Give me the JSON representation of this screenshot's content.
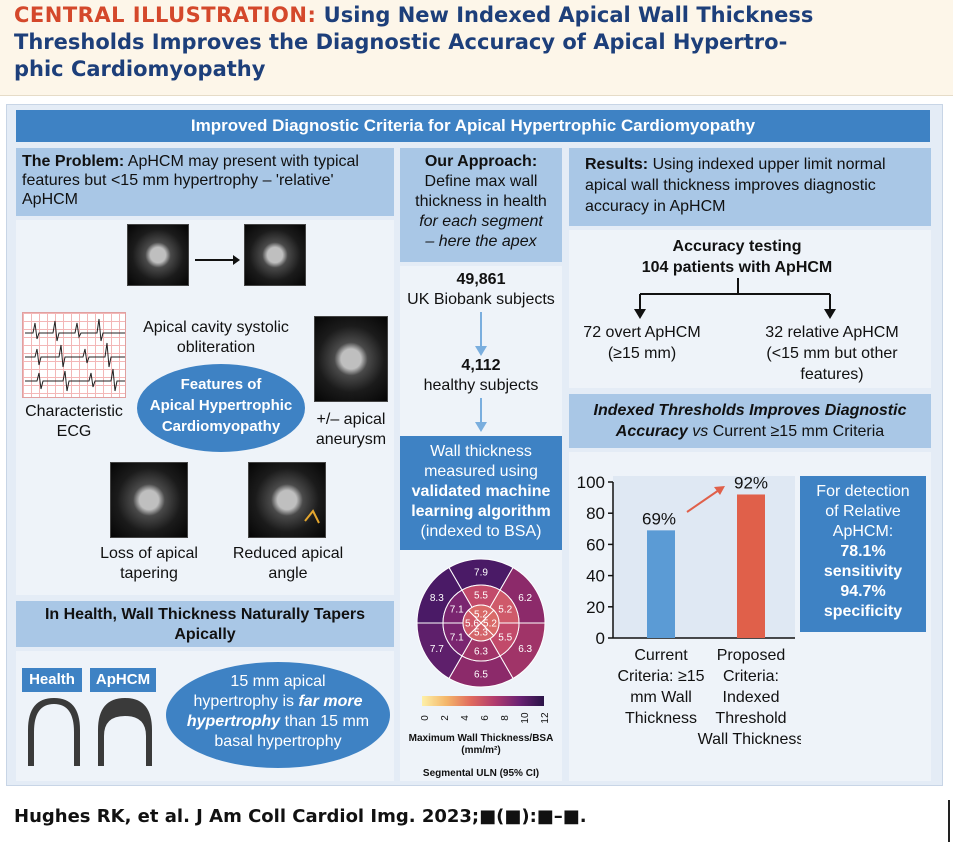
{
  "header": {
    "label": "CENTRAL ILLUSTRATION:",
    "title_line1": "Using New Indexed Apical Wall Thickness",
    "title_line2": "Thresholds Improves the Diagnostic Accuracy of Apical Hypertro-",
    "title_line3": "phic Cardiomyopathy"
  },
  "banner": "Improved Diagnostic Criteria for Apical Hypertrophic Cardiomyopathy",
  "problem": {
    "heading_bold": "The Problem:",
    "heading_rest1": " ApHCM may present with typical",
    "heading_rest2": "features but <15 mm hypertrophy – 'relative'",
    "heading_rest3": "ApHCM",
    "cavity_1": "Apical cavity systolic",
    "cavity_2": "obliteration",
    "features_1": "Features of",
    "features_2": "Apical Hypertrophic",
    "features_3": "Cardiomyopathy",
    "ecg_1": "Characteristic",
    "ecg_2": "ECG",
    "aneurysm_1": "+/– apical",
    "aneurysm_2": "aneurysm",
    "tapering_1": "Loss of apical",
    "tapering_2": "tapering",
    "angle_1": "Reduced apical",
    "angle_2": "angle"
  },
  "health": {
    "heading_1": "In Health, Wall Thickness Naturally Tapers",
    "heading_2": "Apically",
    "label_health": "Health",
    "label_aphcm": "ApHCM",
    "oval_1": "15 mm apical",
    "oval_2a": "hypertrophy is ",
    "oval_2b": "far more",
    "oval_3a": "hypertrophy",
    "oval_3b": " than 15 mm",
    "oval_4": "basal hypertrophy"
  },
  "approach": {
    "heading_bold": "Our Approach:",
    "line1": "Define max wall",
    "line2": "thickness in health",
    "line3": "for each segment",
    "line4": "– here the apex",
    "n1": "49,861",
    "n1_label": "UK Biobank subjects",
    "n2": "4,112",
    "n2_label": "healthy subjects",
    "box_1": "Wall thickness",
    "box_2": "measured using",
    "box_3": "validated machine",
    "box_4": "learning algorithm",
    "box_5": "(indexed to BSA)",
    "bullseye": {
      "outer": [
        "7.9",
        "6.2",
        "6.3",
        "6.5",
        "7.7",
        "8.3"
      ],
      "middle": [
        "5.5",
        "5.2",
        "5.5",
        "6.3",
        "7.1",
        "7.1"
      ],
      "inner": [
        "5.2",
        "5.2",
        "5.3",
        "5.6"
      ],
      "colors_outer": [
        "#4a1a66",
        "#8c2a6a",
        "#a03468",
        "#8c2a6a",
        "#5e1f6b",
        "#4a1a66"
      ],
      "colors_middle": [
        "#c24a6a",
        "#cf5a6a",
        "#c24a6a",
        "#a03468",
        "#7a2570",
        "#7a2570"
      ],
      "colors_inner": [
        "#d96a68",
        "#d96a68",
        "#d4646a",
        "#cf5a6a"
      ]
    },
    "colorbar_ticks": [
      "0",
      "2",
      "4",
      "6",
      "8",
      "10",
      "12"
    ],
    "colorbar_label_1": "Maximum Wall Thickness/BSA",
    "colorbar_label_2": "(mm/m²)",
    "uln_label": "Segmental ULN (95% CI)"
  },
  "results": {
    "heading_bold": "Results:",
    "heading_rest1": " Using indexed upper limit normal",
    "heading_rest2": "apical wall thickness improves diagnostic",
    "heading_rest3": "accuracy in ApHCM",
    "acc_1": "Accuracy testing",
    "acc_2": "104 patients with ApHCM",
    "overt_1": "72 overt ApHCM",
    "overt_2": "(≥15 mm)",
    "relative_1": "32 relative ApHCM",
    "relative_2": "(<15 mm but other",
    "relative_3": "features)",
    "thr_1a": "Indexed Thresholds Improves Diagnostic",
    "thr_2a": "Accuracy",
    "thr_2b": " vs ",
    "thr_2c": "Current ≥15 mm Criteria",
    "detect_1": "For detection",
    "detect_2": "of Relative",
    "detect_3": "ApHCM:",
    "detect_4": "78.1%",
    "detect_5": "sensitivity",
    "detect_6": "94.7%",
    "detect_7": "specificity"
  },
  "chart_data": {
    "type": "bar",
    "categories": [
      "Current Criteria: ≥15 mm Wall Thickness",
      "Proposed Criteria: Indexed Threshold Wall Thickness"
    ],
    "category_lines": [
      [
        "Current",
        "Criteria: ≥15",
        "mm Wall",
        "Thickness"
      ],
      [
        "Proposed",
        "Criteria:",
        "Indexed",
        "Threshold",
        "Wall Thickness"
      ]
    ],
    "values": [
      69,
      92
    ],
    "labels": [
      "69%",
      "92%"
    ],
    "colors": [
      "#5b9bd5",
      "#e0604a"
    ],
    "ylim": [
      0,
      100
    ],
    "yticks": [
      0,
      20,
      40,
      60,
      80,
      100
    ]
  },
  "citation": "Hughes RK, et al. J Am Coll Cardiol Img. 2023;■(■):■–■."
}
